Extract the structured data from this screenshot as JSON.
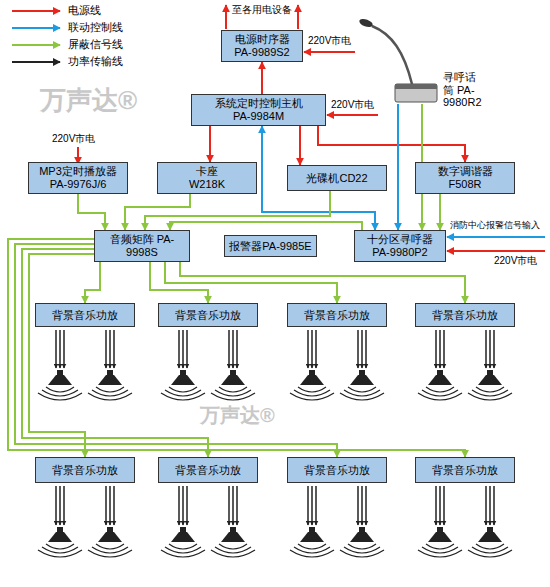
{
  "diagram": {
    "nodes": [
      {
        "text": [
          "电源时序器 PA-9989S2"
        ]
      },
      {
        "text": [
          "寻呼话筒 PA-9980R2"
        ]
      },
      {
        "text": [
          "系统定时控制主机 PA-9984M"
        ]
      },
      {
        "text": [
          "MP3定时播放器 PA-9976J/6"
        ]
      },
      {
        "text": [
          "卡座 W218K"
        ]
      },
      {
        "text": [
          "光碟机CD22"
        ]
      },
      {
        "text": [
          "数字调谐器 F508R"
        ]
      },
      {
        "text": [
          "音频矩阵 PA-9998S"
        ]
      },
      {
        "text": [
          "报警器PA-9985E"
        ]
      },
      {
        "text": [
          "十分区寻呼器 PA-9980P2"
        ]
      },
      {
        "text": [
          "背景音乐功放"
        ]
      },
      {
        "text": [
          "背景音乐功放"
        ]
      },
      {
        "text": [
          "背景音乐功放"
        ]
      },
      {
        "text": [
          "背景音乐功放"
        ]
      },
      {
        "text": [
          "背景音乐功放"
        ]
      },
      {
        "text": [
          "背景音乐功放"
        ]
      },
      {
        "text": [
          "背景音乐功放"
        ]
      },
      {
        "text": [
          "背景音乐功放"
        ]
      }
    ],
    "edges": [
      {
        "from": 2,
        "to": 0,
        "arrow": "to"
      },
      {
        "from": 2,
        "to": 4,
        "arrow": "to"
      },
      {
        "from": 2,
        "to": 5,
        "arrow": "to"
      },
      {
        "from": 2,
        "to": 6,
        "arrow": "to"
      },
      {
        "from": 2,
        "to": 9,
        "arrow": "both"
      },
      {
        "from": 1,
        "to": 9,
        "arrow": "to"
      },
      {
        "from": 1,
        "to": 9,
        "arrow": "to"
      },
      {
        "from": 3,
        "to": 7,
        "arrow": "to"
      },
      {
        "from": 4,
        "to": 7,
        "arrow": "to"
      },
      {
        "from": 5,
        "to": 7,
        "arrow": "to"
      },
      {
        "from": 6,
        "to": 9,
        "arrow": "to"
      },
      {
        "from": 9,
        "to": 7,
        "arrow": "to"
      },
      {
        "from": 7,
        "to": 10,
        "arrow": "to"
      },
      {
        "from": 7,
        "to": 11,
        "arrow": "to"
      },
      {
        "from": 7,
        "to": 12,
        "arrow": "to"
      },
      {
        "from": 7,
        "to": 13,
        "arrow": "to"
      },
      {
        "from": 7,
        "to": 14,
        "arrow": "to"
      },
      {
        "from": 7,
        "to": 15,
        "arrow": "to"
      },
      {
        "from": 7,
        "to": 16,
        "arrow": "to"
      },
      {
        "from": 7,
        "to": 17,
        "arrow": "to"
      }
    ],
    "labels": [
      "至各用电设备",
      "220V市电",
      "220V市电",
      "220V市电",
      "消防中心报警信号输入",
      "220V市电",
      "万声达®",
      "万声达®"
    ],
    "legend": [
      {
        "text": "电源线"
      },
      {
        "text": "联动控制线"
      },
      {
        "text": "屏蔽信号线"
      },
      {
        "text": "功率传输线"
      }
    ]
  }
}
